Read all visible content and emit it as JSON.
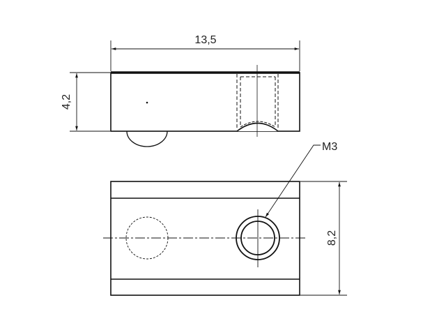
{
  "drawing": {
    "dimension_width": "13,5",
    "dimension_height": "4,2",
    "dimension_depth": "8,2",
    "thread_callout": "M3"
  },
  "colors": {
    "line": "#111111",
    "background": "#ffffff"
  }
}
